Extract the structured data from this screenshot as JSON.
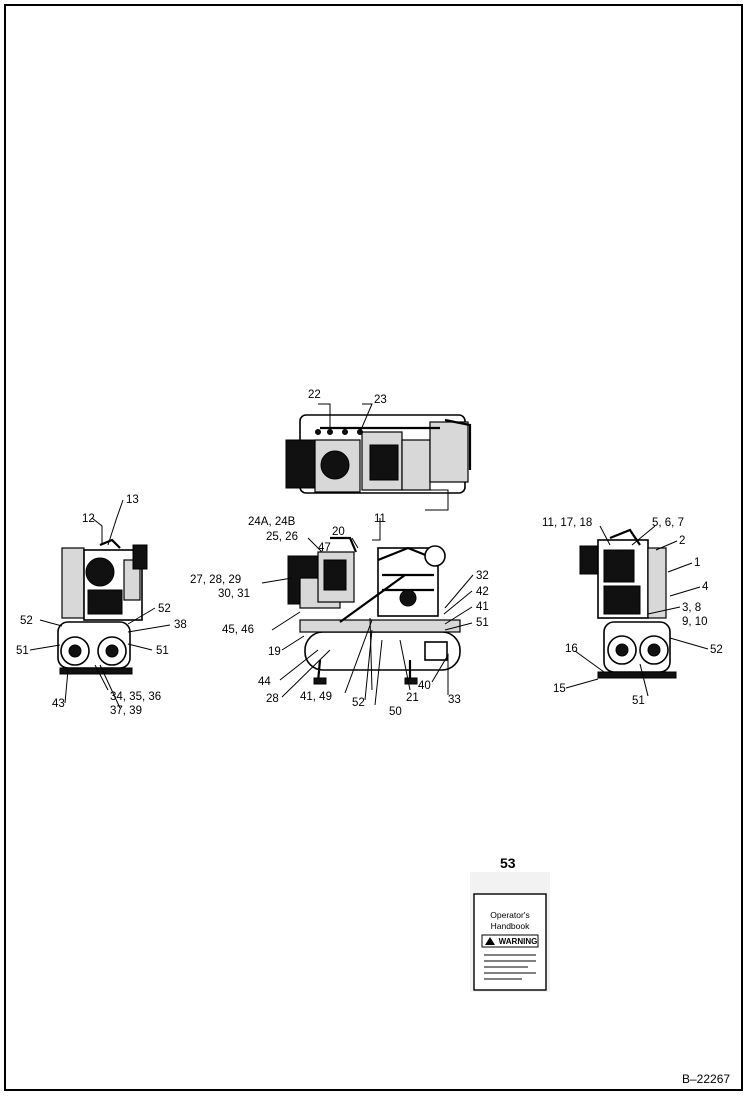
{
  "drawing_ref": "B–22267",
  "callouts": {
    "top_22": "22",
    "top_23": "23",
    "left_12": "12",
    "left_13": "13",
    "left_52a": "52",
    "left_52b": "52",
    "left_38": "38",
    "left_51a": "51",
    "left_51b": "51",
    "left_43": "43",
    "left_34_36": "34,  35,  36",
    "left_37_39": "37,  39",
    "c_24": "24A,  24B",
    "c_25": "25,  26",
    "c_20": "20",
    "c_11": "11",
    "c_47": "47",
    "c_27": "27,  28,  29",
    "c_30": "30,  31",
    "c_45": "45,  46",
    "c_19": "19",
    "c_44": "44",
    "c_28": "28",
    "c_41a": "41,  49",
    "c_52": "52",
    "c_50": "50",
    "c_21": "21",
    "c_40": "40",
    "c_33": "33",
    "c_32": "32",
    "c_42": "42",
    "c_41b": "41",
    "c_51": "51",
    "r_11": "11,  17,  18",
    "r_5": "5,  6,  7",
    "r_2": "2",
    "r_1": "1",
    "r_4": "4",
    "r_3": "3,  8",
    "r_9": "9,  10",
    "r_52": "52",
    "r_16": "16",
    "r_15": "15",
    "r_51": "51",
    "hb_num": "53"
  },
  "handbook": {
    "line1": "Operator's",
    "line2": "Handbook",
    "warning": "WARNING"
  }
}
